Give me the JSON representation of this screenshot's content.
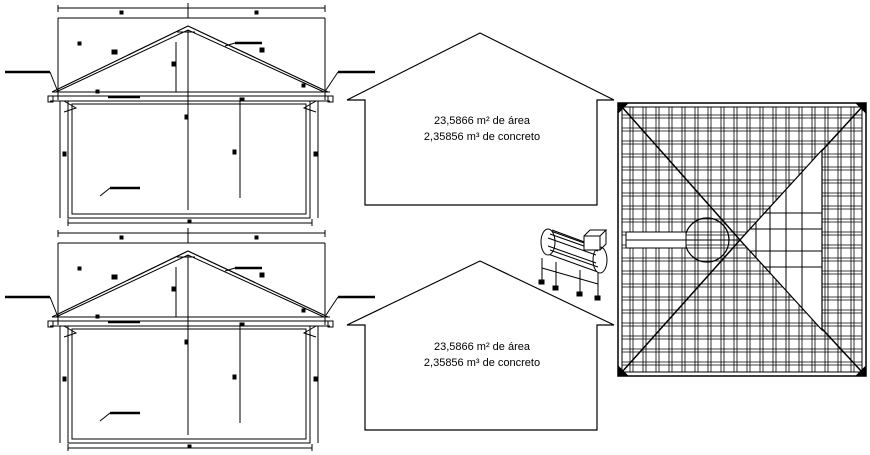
{
  "panels": [
    {
      "area_text": "23,5866 m² de área",
      "concrete_text": "2,35856 m³ de concreto"
    },
    {
      "area_text": "23,5866 m² de área",
      "concrete_text": "2,35856 m³ de concreto"
    }
  ],
  "colors": {
    "line": "#000000",
    "background": "#ffffff"
  },
  "icons": [
    "water-tank-icon"
  ]
}
